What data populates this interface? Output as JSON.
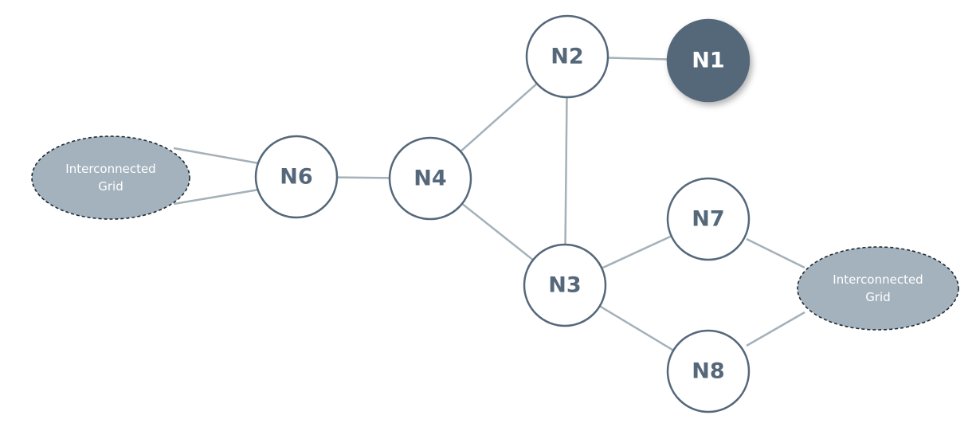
{
  "colors": {
    "node_fill": "#ffffff",
    "node_stroke": "#55687a",
    "node_text": "#55687a",
    "highlight_fill": "#55687a",
    "highlight_text": "#ffffff",
    "edge": "#a4b1b9",
    "grid_fill": "#a3b2bc",
    "grid_text": "#ffffff"
  },
  "nodes": [
    {
      "id": "N1",
      "label": "N1",
      "highlighted": true
    },
    {
      "id": "N2",
      "label": "N2",
      "highlighted": false
    },
    {
      "id": "N3",
      "label": "N3",
      "highlighted": false
    },
    {
      "id": "N4",
      "label": "N4",
      "highlighted": false
    },
    {
      "id": "N6",
      "label": "N6",
      "highlighted": false
    },
    {
      "id": "N7",
      "label": "N7",
      "highlighted": false
    },
    {
      "id": "N8",
      "label": "N8",
      "highlighted": false
    }
  ],
  "grids": [
    {
      "id": "grid-left",
      "lines": [
        "Interconnected",
        "Grid"
      ]
    },
    {
      "id": "grid-right",
      "lines": [
        "Interconnected",
        "Grid"
      ]
    }
  ],
  "edges": [
    {
      "from": "N2",
      "to": "N1"
    },
    {
      "from": "N2",
      "to": "N4"
    },
    {
      "from": "N2",
      "to": "N3"
    },
    {
      "from": "N4",
      "to": "N6"
    },
    {
      "from": "N4",
      "to": "N3"
    },
    {
      "from": "N3",
      "to": "N7"
    },
    {
      "from": "N3",
      "to": "N8"
    },
    {
      "from": "N6",
      "to": "grid-left"
    },
    {
      "from": "N6",
      "to": "grid-left"
    },
    {
      "from": "N7",
      "to": "grid-right"
    },
    {
      "from": "N8",
      "to": "grid-right"
    }
  ]
}
